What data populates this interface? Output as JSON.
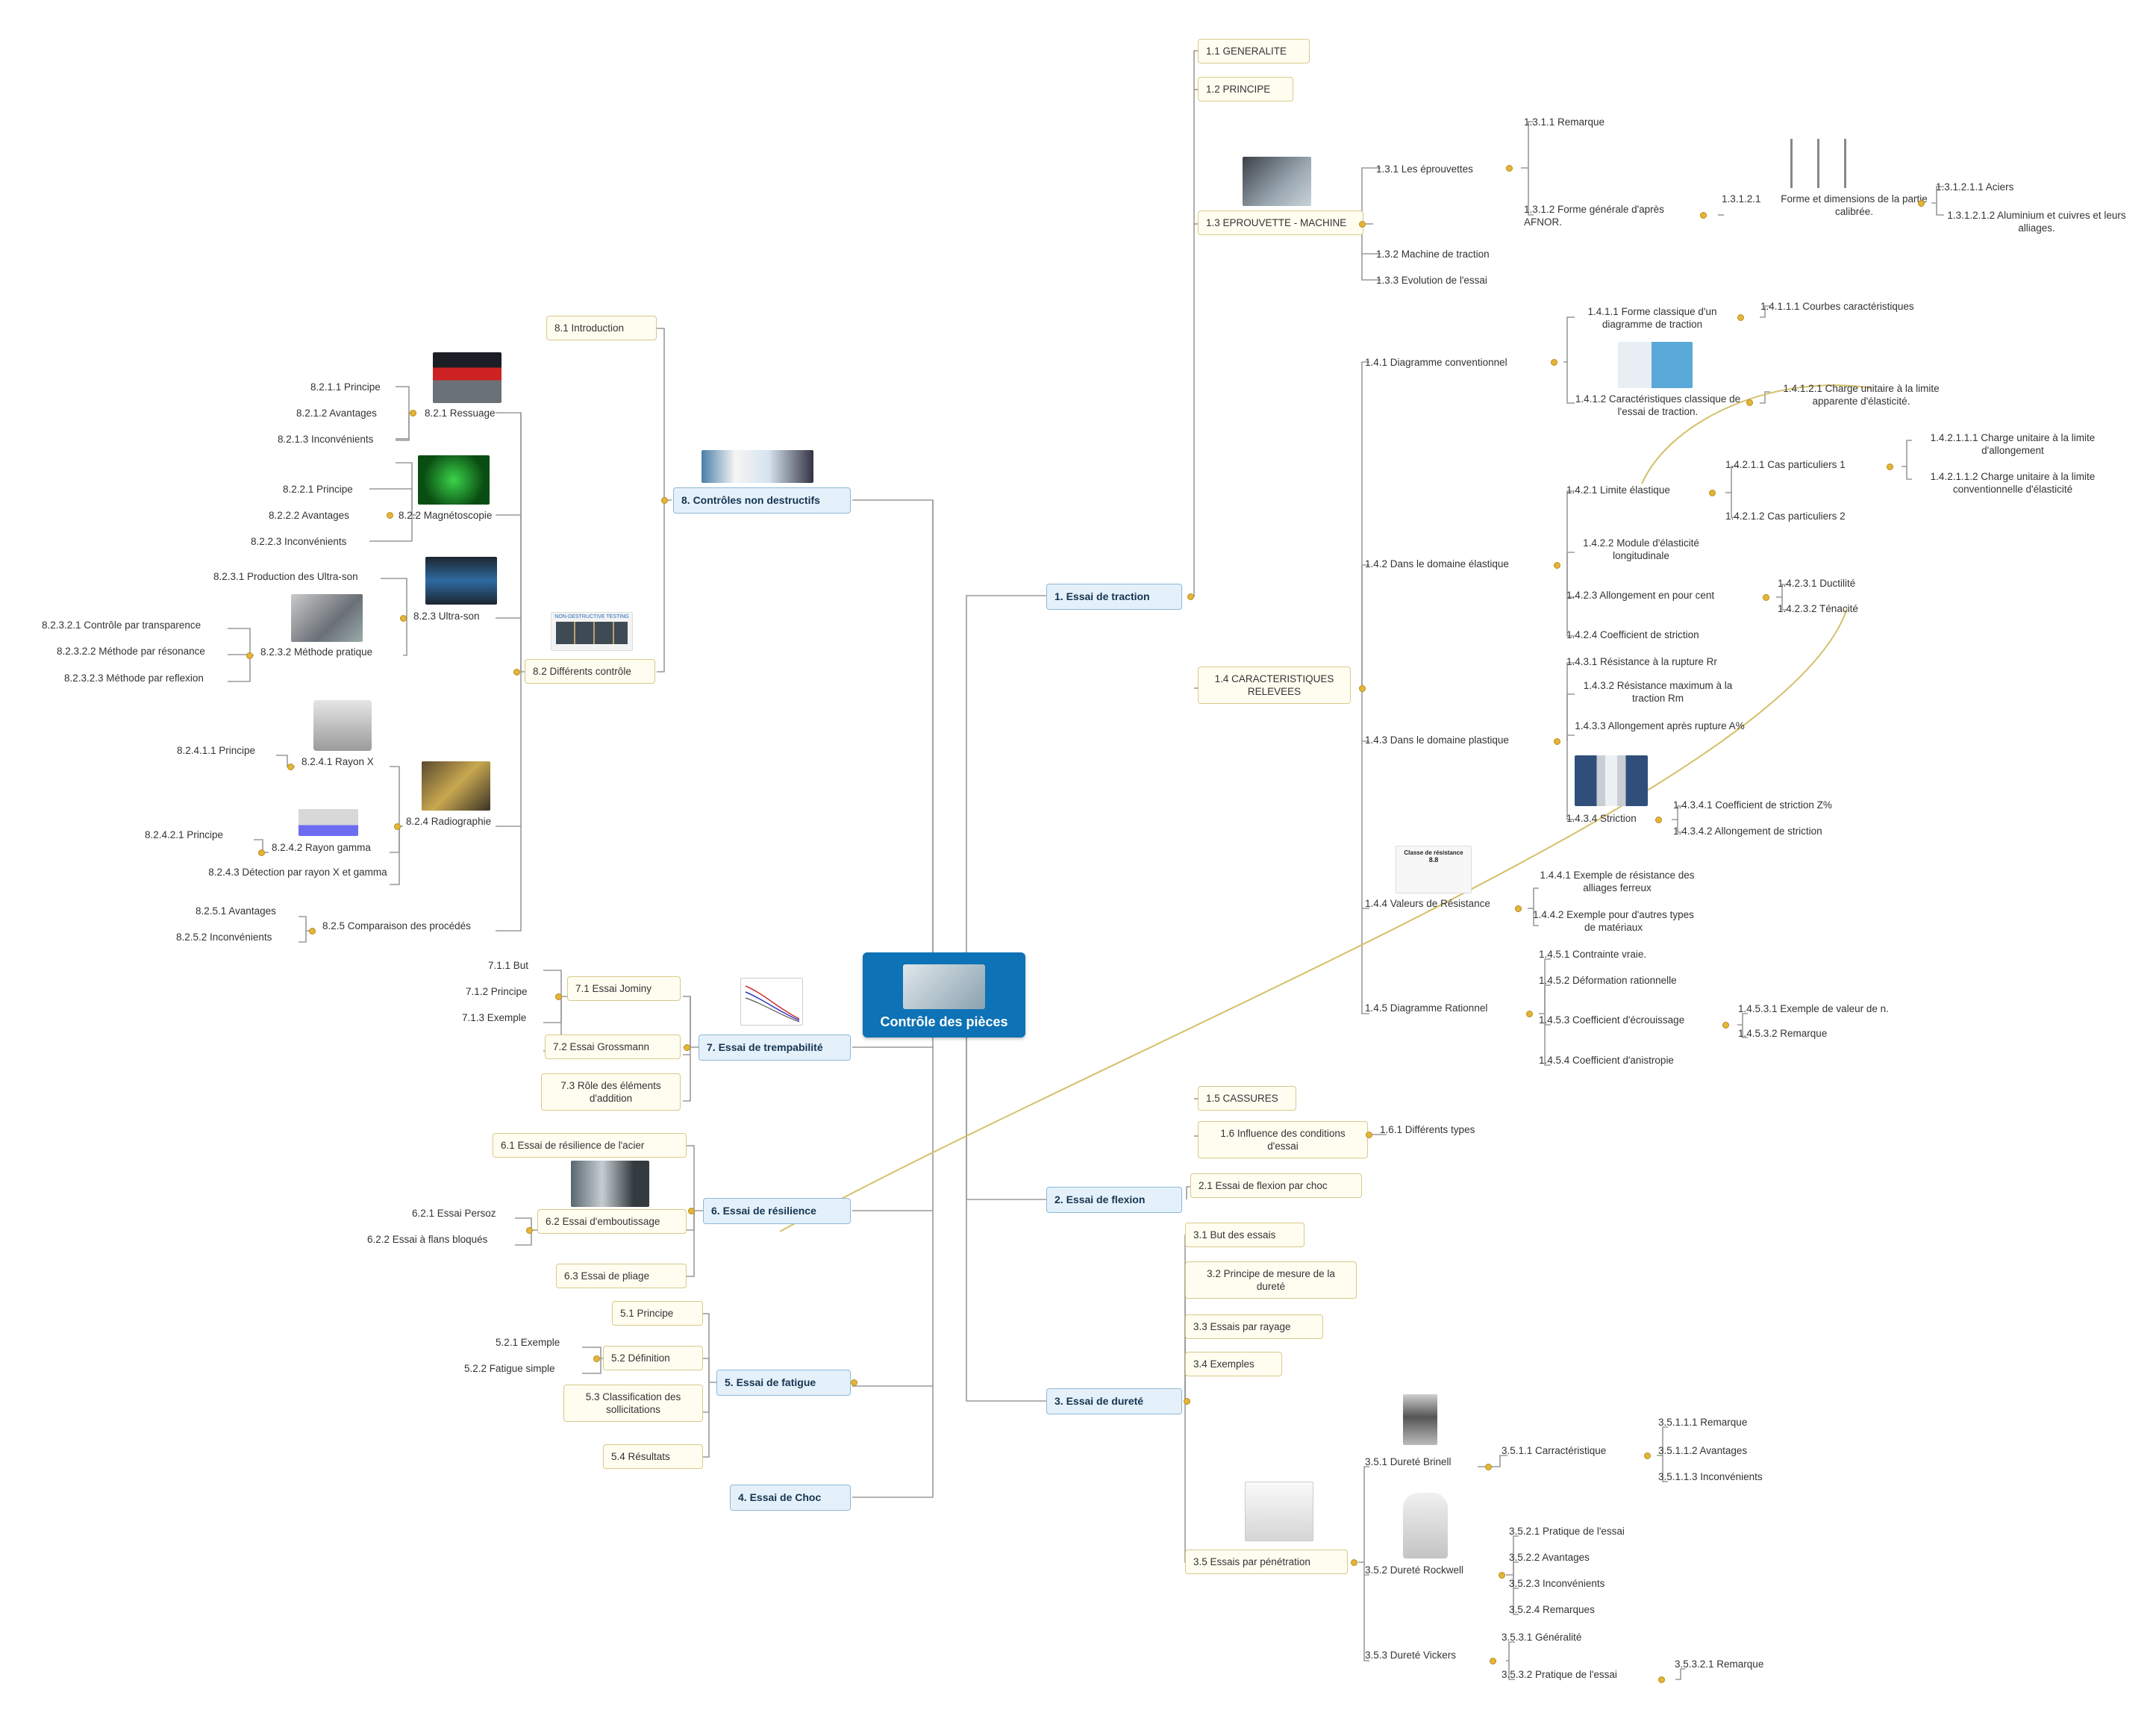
{
  "center": {
    "title": "Contrôle des pièces"
  },
  "nodes": {
    "n1": "1.  Essai de traction",
    "n11": "1.1  GENERALITE",
    "n12": "1.2  PRINCIPE",
    "n13": "1.3  EPROUVETTE - MACHINE",
    "n131": "1.3.1  Les éprouvettes",
    "n1311": "1.3.1.1  Remarque",
    "n1312": "1.3.1.2   Forme générale d'après AFNOR.",
    "n13121": "1.3.1.2.1",
    "n13121t": "Forme et dimensions de la partie calibrée.",
    "n131211": "1.3.1.2.1.1   Aciers",
    "n131212": "1.3.1.2.1.2    Aluminium et cuivres et leurs alliages.",
    "n132": "1.3.2  Machine de traction",
    "n133": "1.3.3  Evolution de l'essai",
    "n14": "1.4    CARACTERISTIQUES RELEVEES",
    "n141": "1.4.1  Diagramme conventionnel",
    "n1411": "1.4.1.1     Forme classique d'un diagramme de traction",
    "n14111": "1.4.1.1.1   Courbes caractéristiques",
    "n1412": "1.4.1.2    Caractéristiques classique de l'essai de traction.",
    "n14121": "1.4.1.2.1     Charge unitaire à la limite apparente d'élasticité.",
    "n142": "1.4.2  Dans le domaine élastique",
    "n1421": "1.4.2.1  Limite élastique",
    "n14211": "1.4.2.1.1   Cas particuliers 1",
    "n142111": "1.4.2.1.1.1    Charge unitaire à la limite d'allongement",
    "n142112": "1.4.2.1.1.2    Charge unitaire à la limite conventionnelle d'élasticité",
    "n14212": "1.4.2.1.2   Cas particuliers 2",
    "n1422": "1.4.2.2     Module d'élasticité longitudinale",
    "n1423": "1.4.2.3   Allongement en pour cent",
    "n14231": "1.4.2.3.1   Ductilité",
    "n14232": "1.4.2.3.2   Ténacité",
    "n1424": "1.4.2.4   Coefficient de striction",
    "n143": "1.4.3  Dans le domaine plastique",
    "n1431": "1.4.3.1   Résistance à la rupture Rr",
    "n1432": "1.4.3.2     Résistance maximum à la traction Rm",
    "n1433": "1.4.3.3     Allongement après rupture A%",
    "n1434": "1.4.3.4   Striction",
    "n14341": "1.4.3.4.1   Coefficient de striction Z%",
    "n14342": "1.4.3.4.2   Allongement de striction",
    "n144": "1.4.4  Valeurs de Résistance",
    "n1441": "1.4.4.1     Exemple de résistance des alliages ferreux",
    "n1442": "1.4.4.2     Exemple pour d'autres types de matériaux",
    "n145": "1.4.5  Diagramme Rationnel",
    "n1451": "1.4.5.1   Contrainte vraie.",
    "n1452": "1.4.5.2   Déformation rationnelle",
    "n1453": "1.4.5.3   Coefficient d'écrouissage",
    "n14531": "1.4.5.3.1   Exemple de valeur  de n.",
    "n14532": "1.4.5.3.2   Remarque",
    "n1454": "1.4.5.4   Coefficient d'anistropie",
    "n15": "1.5  CASSURES",
    "n16": "1.6    Influence des conditions d'essai",
    "n161": "1.6.1  Différents types",
    "n2": "2.  Essai de flexion",
    "n21": "2.1  Essai de flexion par choc",
    "n3": "3.  Essai de dureté",
    "n31": "3.1  But des essais",
    "n32": "3.2   Principe de mesure de la dureté",
    "n33": "3.3  Essais par rayage",
    "n34": "3.4  Exemples",
    "n35": "3.5  Essais par pénétration",
    "n351": "3.5.1  Dureté Brinell",
    "n3511": "3.5.1.1  Carractéristique",
    "n35111": "3.5.1.1.1   Remarque",
    "n35112": "3.5.1.1.2   Avantages",
    "n35113": "3.5.1.1.3   Inconvénients",
    "n352": "3.5.2  Dureté Rockwell",
    "n3521": "3.5.2.1   Pratique de l'essai",
    "n3522": "3.5.2.2   Avantages",
    "n3523": "3.5.2.3   Inconvénients",
    "n3524": "3.5.2.4   Remarques",
    "n353": "3.5.3  Dureté Vickers",
    "n3531": "3.5.3.1   Généralité",
    "n3532": "3.5.3.2   Pratique de l'essai",
    "n35321": "3.5.3.2.1   Remarque",
    "n4": "4.  Essai de Choc",
    "n5": "5.  Essai de fatigue",
    "n51": "5.1  Principe",
    "n52": "5.2  Définition",
    "n521": "5.2.1  Exemple",
    "n522": "5.2.2  Fatigue simple",
    "n53": "5.3    Classification des sollicitations",
    "n54": "5.4  Résultats",
    "n6": "6.  Essai de résilience",
    "n61": "6.1  Essai de résilience de l'acier",
    "n62": "6.2  Essai d'emboutissage",
    "n621": "6.2.1  Essai Persoz",
    "n622": "6.2.2  Essai à flans bloqués",
    "n63": "6.3  Essai   de pliage",
    "n7": "7.  Essai de trempabilité",
    "n71": "7.1  Essai Jominy",
    "n711": "7.1.1  But",
    "n712": "7.1.2  Principe",
    "n713": "7.1.3  Exemple",
    "n72": "7.2  Essai Grossmann",
    "n73": "7.3    Rôle des éléments d'addition",
    "n8": "8.  Contrôles non destructifs",
    "n81": "8.1  Introduction",
    "n82": "8.2  Différents contrôle",
    "n821": "8.2.1  Ressuage",
    "n8211": "8.2.1.1  Principe",
    "n8212": "8.2.1.2  Avantages",
    "n8213": "8.2.1.3  Inconvénients",
    "n822": "8.2.2  Magnétoscopie",
    "n8221": "8.2.2.1  Principe",
    "n8222": "8.2.2.2  Avantages",
    "n8223": "8.2.2.3  Inconvénients",
    "n823": "8.2.3  Ultra-son",
    "n8231": "8.2.3.1  Production des Ultra-son",
    "n8232": "8.2.3.2  Méthode pratique",
    "n82321": "8.2.3.2.1   Contrôle par transparence",
    "n82322": "8.2.3.2.2   Méthode par résonance",
    "n82323": "8.2.3.2.3   Méthode par reflexion",
    "n824": "8.2.4  Radiographie",
    "n8241": "8.2.4.1  Rayon X",
    "n82411": "8.2.4.1.1   Principe",
    "n8242": "8.2.4.2  Rayon gamma",
    "n82421": "8.2.4.2.1   Principe",
    "n8243": "8.2.4.3    Détection par rayon X et gamma",
    "n825": "8.2.5  Comparaison des procédés",
    "n8251": "8.2.5.1  Avantages",
    "n8252": "8.2.5.2  Inconvénients"
  },
  "image_labels": {
    "ndt": "NON-DESTRUCTIVE TESTING",
    "resistance_title": "Classe de résistance",
    "resistance_value": "8.8"
  },
  "colors": {
    "center": "#0d72b6",
    "main_fill": "#e4f1fb",
    "box_fill": "#fffdf0",
    "relation": "#d4c06a"
  }
}
